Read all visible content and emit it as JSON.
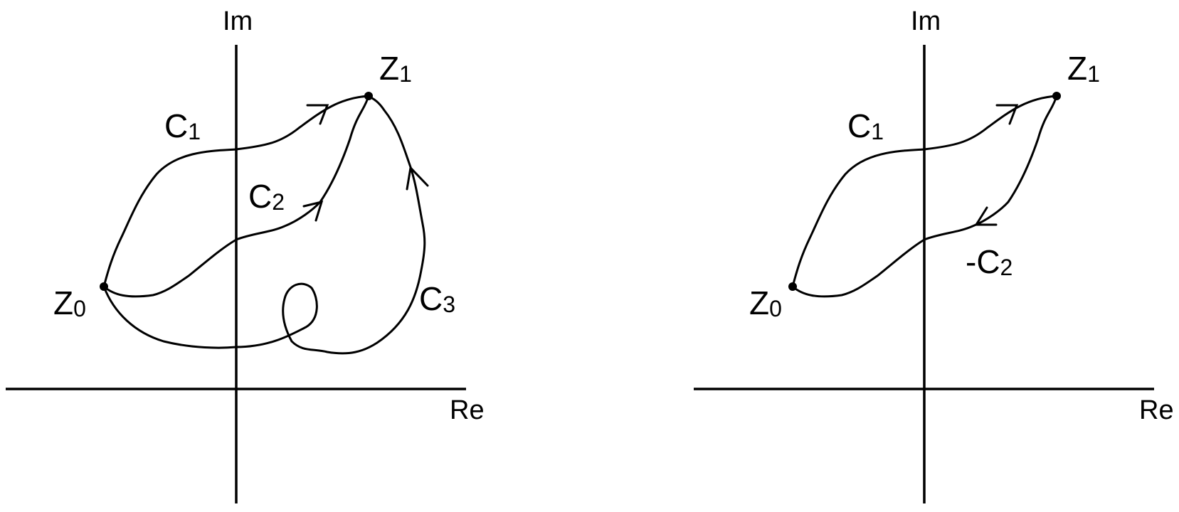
{
  "left_diagram": {
    "axes": {
      "real_label": "Re",
      "imag_label": "Im"
    },
    "points": [
      {
        "main": "Z",
        "sub": "0"
      },
      {
        "main": "Z",
        "sub": "1"
      }
    ],
    "curves": [
      {
        "main": "C",
        "sub": "1"
      },
      {
        "main": "C",
        "sub": "2"
      },
      {
        "main": "C",
        "sub": "3"
      }
    ]
  },
  "right_diagram": {
    "axes": {
      "real_label": "Re",
      "imag_label": "Im"
    },
    "points": [
      {
        "main": "Z",
        "sub": "0"
      },
      {
        "main": "Z",
        "sub": "1"
      }
    ],
    "curves": [
      {
        "main": "C",
        "sub": "1"
      },
      {
        "main": "-C",
        "sub": "2"
      }
    ]
  }
}
